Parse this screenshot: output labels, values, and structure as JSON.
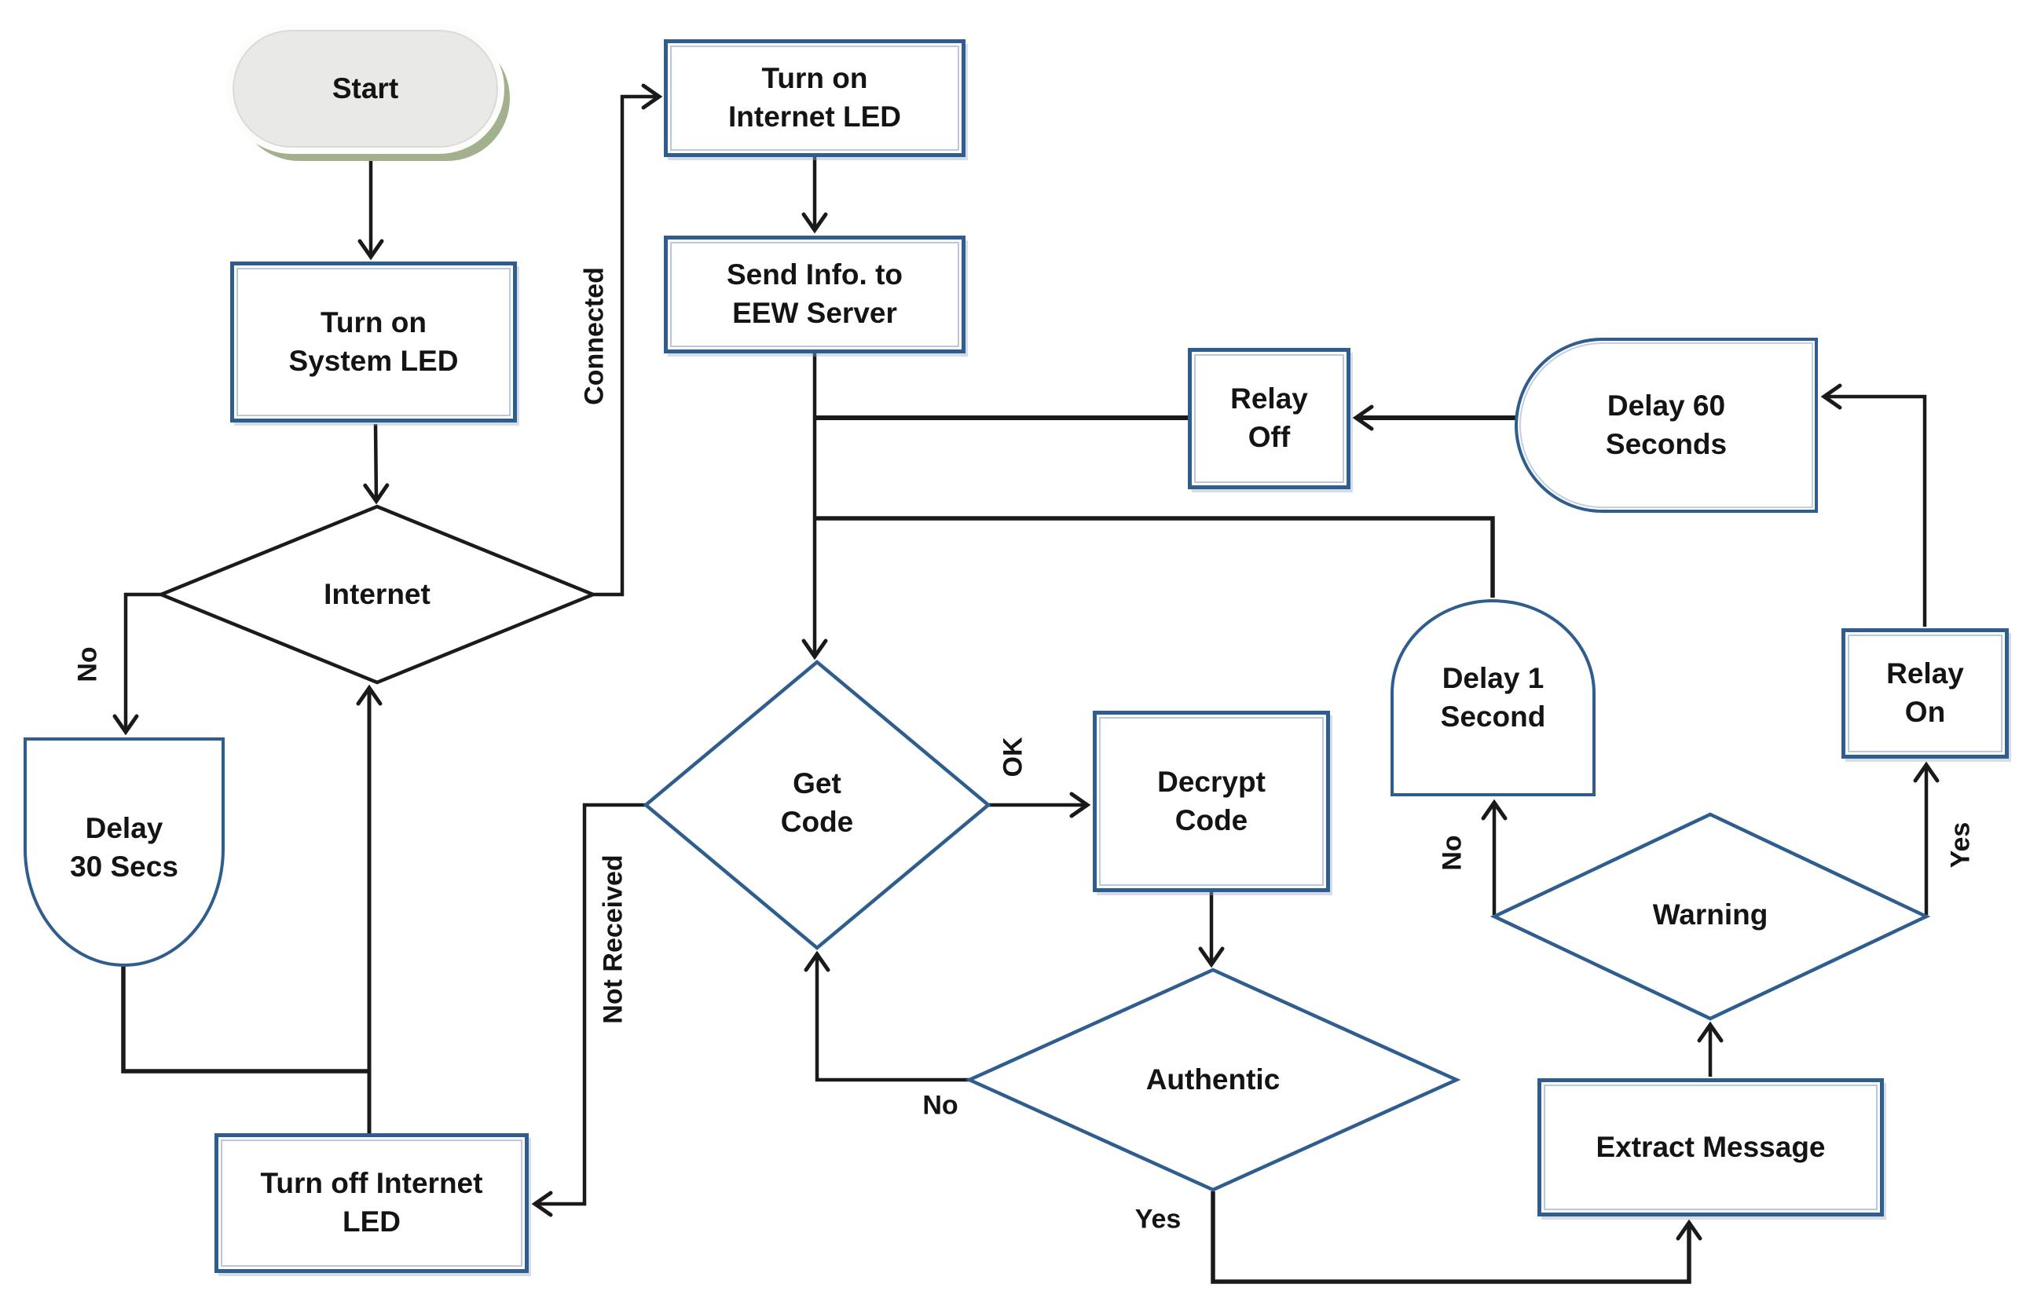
{
  "diagram": {
    "background": "#ffffff",
    "accent_border_color": "#2e5d8e",
    "decision_black_border_color": "#1b1b1b",
    "line_color": "#1a1a1a",
    "start_fill": "#e9e9e7",
    "start_shadow": "#a3b08e",
    "text_color": "#141414"
  },
  "nodes": {
    "start": {
      "label": "Start",
      "type": "terminator"
    },
    "turn_on_system_led": {
      "label": "Turn on\nSystem LED",
      "type": "process"
    },
    "internet": {
      "label": "Internet",
      "type": "decision"
    },
    "delay_30_secs": {
      "label": "Delay\n30 Secs",
      "type": "delay"
    },
    "turn_off_internet_led": {
      "label": "Turn off Internet\nLED",
      "type": "process"
    },
    "turn_on_internet_led": {
      "label": "Turn on\nInternet LED",
      "type": "process"
    },
    "send_info": {
      "label": "Send Info. to\nEEW Server",
      "type": "process"
    },
    "relay_off": {
      "label": "Relay\nOff",
      "type": "process"
    },
    "delay_60_seconds": {
      "label": "Delay 60\nSeconds",
      "type": "delay"
    },
    "get_code": {
      "label": "Get\nCode",
      "type": "decision"
    },
    "decrypt_code": {
      "label": "Decrypt\nCode",
      "type": "process"
    },
    "authentic": {
      "label": "Authentic",
      "type": "decision"
    },
    "delay_1_second": {
      "label": "Delay 1\nSecond",
      "type": "delay"
    },
    "warning": {
      "label": "Warning",
      "type": "decision"
    },
    "relay_on": {
      "label": "Relay\nOn",
      "type": "process"
    },
    "extract_message": {
      "label": "Extract Message",
      "type": "process"
    }
  },
  "edge_labels": {
    "connected": "Connected",
    "internet_no": "No",
    "not_received": "Not Received",
    "ok": "OK",
    "authentic_no": "No",
    "authentic_yes": "Yes",
    "warning_no": "No",
    "warning_yes": "Yes"
  }
}
